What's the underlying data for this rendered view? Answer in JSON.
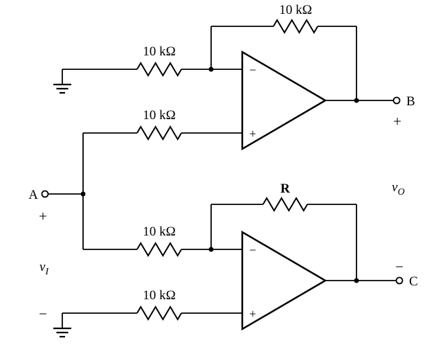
{
  "diagram": {
    "resistor_labels": {
      "top_feedback": "10 kΩ",
      "top_inverting": "10 kΩ",
      "top_noninverting": "10 kΩ",
      "bottom_inverting": "10 kΩ",
      "bottom_feedback": "R",
      "bottom_noninverting": "10 kΩ"
    },
    "opamps": {
      "inverting_sign": "−",
      "noninverting_sign": "+"
    },
    "terminals": {
      "a": {
        "name": "A",
        "sign": "+"
      },
      "b": {
        "name": "B",
        "sign": "+"
      },
      "c": {
        "name": "C",
        "sign": "−"
      }
    },
    "source": {
      "minus_sign": "−",
      "v_base": "v",
      "v_sub": "I"
    },
    "output": {
      "v_base": "v",
      "v_sub": "O"
    }
  }
}
